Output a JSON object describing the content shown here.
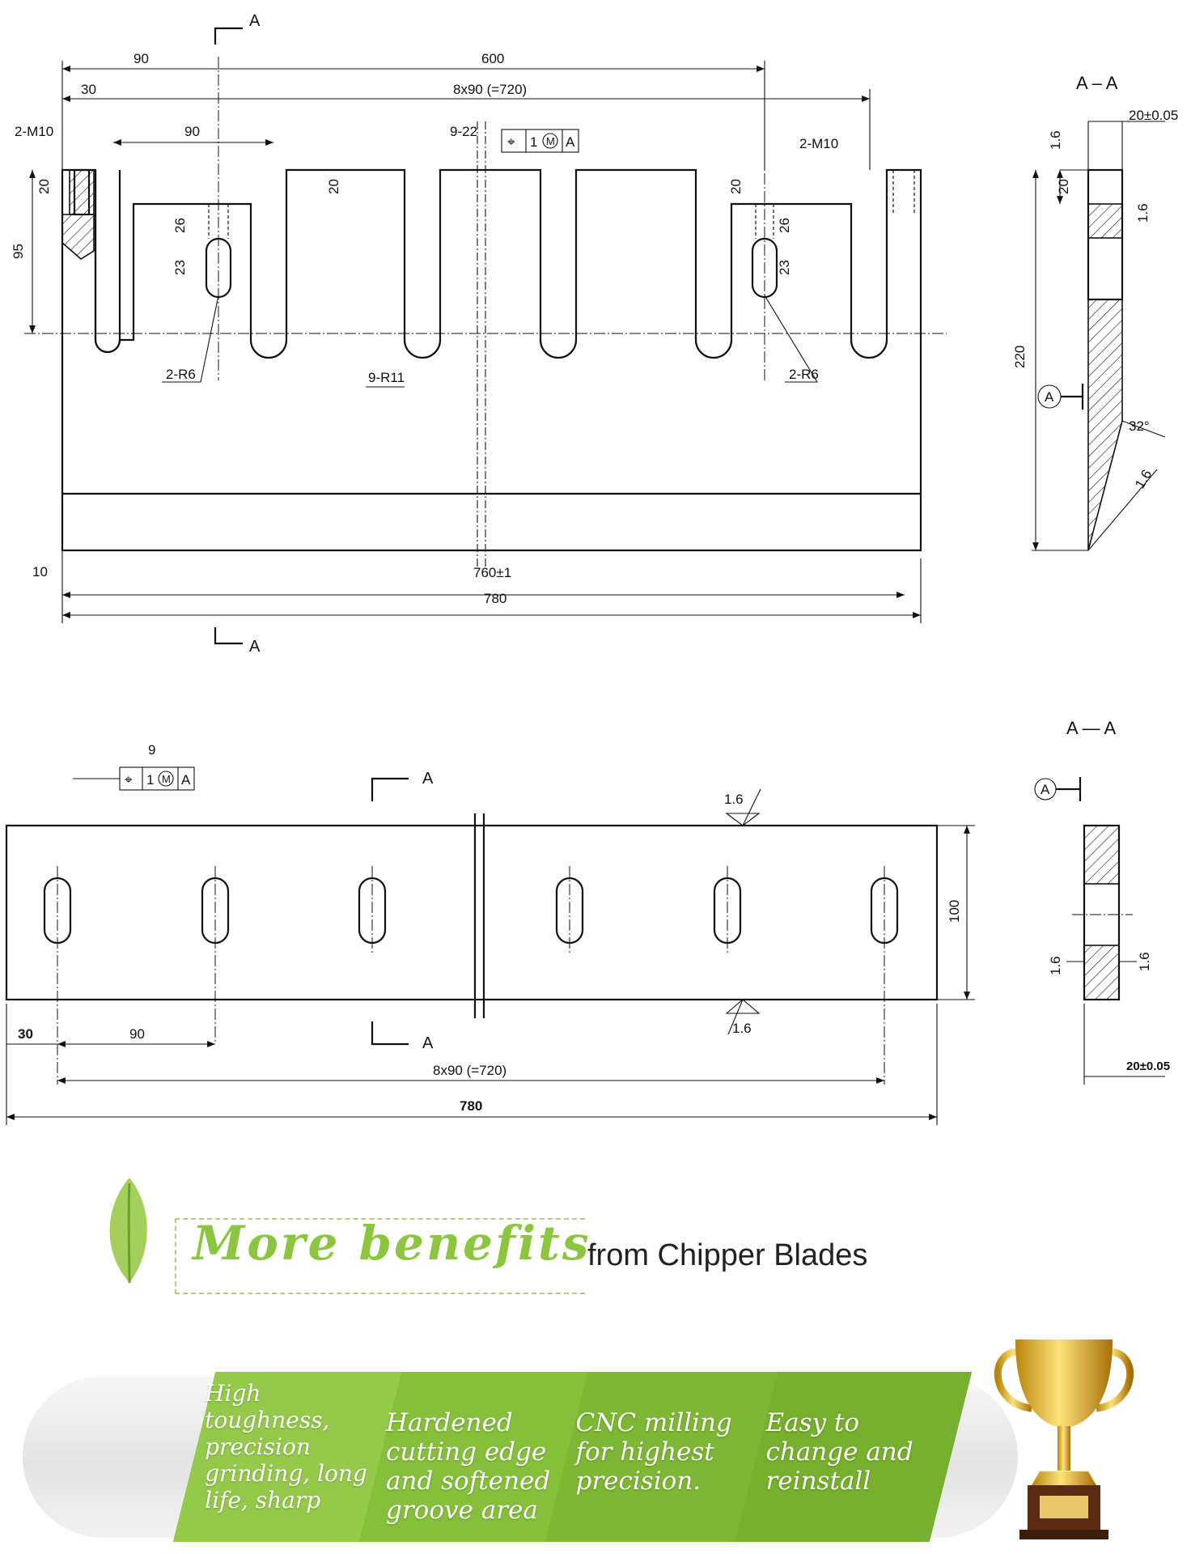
{
  "top_view": {
    "section_marker": "A",
    "dims": {
      "d90_top": "90",
      "d600": "600",
      "d30": "30",
      "d8x90": "8x90 (=720)",
      "m10_left": "2-M10",
      "d90_inner": "90",
      "holes": "9-22",
      "m10_right": "2-M10",
      "d20_a": "20",
      "d20_b": "20",
      "d20_c": "20",
      "d95": "95",
      "d26a": "26",
      "d23a": "23",
      "d26b": "26",
      "d23b": "23",
      "r6_left": "2-R6",
      "r11": "9-R11",
      "r6_right": "2-R6",
      "d10": "10",
      "d760": "760±1",
      "d780": "780"
    },
    "tolerance_frame": [
      "⌖",
      "1",
      "M",
      "A"
    ]
  },
  "section_view_1": {
    "title": "A – A",
    "thickness": "20±0.05",
    "rough_top": "1.6",
    "d20": "20",
    "rough_slot": "1.6",
    "d220": "220",
    "datum": "A",
    "angle": "32°",
    "rough_edge": "1.6"
  },
  "bottom_view": {
    "holes": "9",
    "tolerance_frame": [
      "⌖",
      "1",
      "M",
      "A"
    ],
    "section_marker": "A",
    "rough_top": "1.6",
    "rough_bottom": "1.6",
    "d100": "100",
    "d30": "30",
    "d90": "90",
    "d8x90": "8x90 (=720)",
    "d780": "780"
  },
  "section_view_2": {
    "title": "A — A",
    "datum": "A",
    "rough_left": "1.6",
    "rough_right": "1.6",
    "thickness": "20±0.05"
  },
  "benefits": {
    "title_main": "More benefits",
    "title_sub": "from Chipper Blades",
    "items": [
      "High toughness, precision grinding, long life, sharp",
      "Hardened cutting edge and softened groove area",
      "CNC milling for highest precision.",
      "Easy to change and reinstall"
    ],
    "colors": {
      "accent": "#8cc63f",
      "accent_dark": "#6aab25"
    }
  }
}
